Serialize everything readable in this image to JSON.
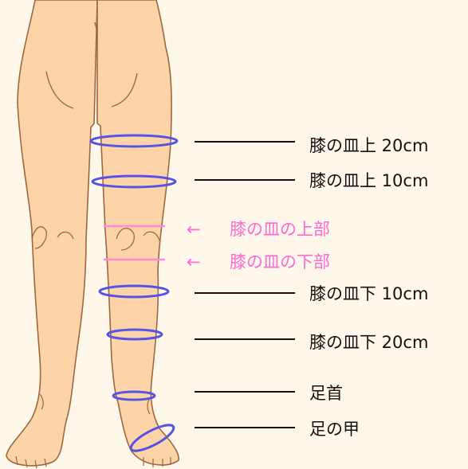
{
  "colors": {
    "background": "#fff7ea",
    "skin": "#fcd4a8",
    "outline": "#a0673f",
    "ring": "#5353e4",
    "pink_line": "#ff8ad9",
    "pink_text": "#ff69d2",
    "leader": "#111111"
  },
  "labels": {
    "thigh_20": "膝の皿上 20cm",
    "thigh_10": "膝の皿上 10cm",
    "knee_top": "膝の皿の上部",
    "knee_bottom": "膝の皿の下部",
    "calf_10": "膝の皿下 10cm",
    "calf_20": "膝の皿下 20cm",
    "ankle": "足首",
    "instep": "足の甲"
  },
  "markers": {
    "pink_arrow": "←"
  }
}
